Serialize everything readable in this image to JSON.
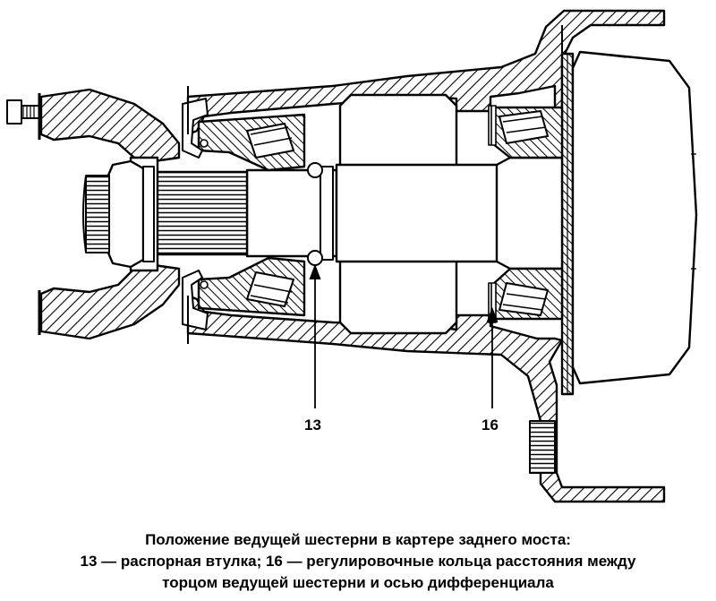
{
  "figure": {
    "callouts": [
      {
        "id": "13",
        "label": "13"
      },
      {
        "id": "16",
        "label": "16"
      }
    ],
    "ink_color": "#000000",
    "paper_color": "#ffffff"
  },
  "caption": {
    "line1": "Положение ведущей шестерни в картере заднего моста:",
    "line2": "13 — распорная втулка; 16 — регулировочные кольца расстояния между",
    "line3": "торцом ведущей шестерни и осью дифференциала"
  }
}
